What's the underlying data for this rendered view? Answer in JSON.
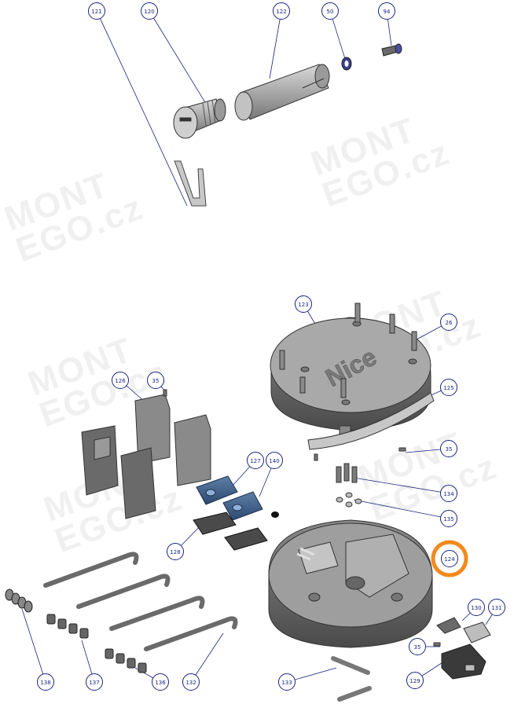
{
  "watermark": {
    "line1": "MONT",
    "line2": "EGO.cz"
  },
  "brand_logo": "Nice",
  "highlight_color": "#f28a1e",
  "leader_color": "#1a237e",
  "parts": [
    {
      "id": "121",
      "name": "callout-121"
    },
    {
      "id": "120",
      "name": "callout-120"
    },
    {
      "id": "122",
      "name": "callout-122"
    },
    {
      "id": "50",
      "name": "callout-50"
    },
    {
      "id": "94",
      "name": "callout-94"
    },
    {
      "id": "123",
      "name": "callout-123"
    },
    {
      "id": "26",
      "name": "callout-26"
    },
    {
      "id": "125",
      "name": "callout-125"
    },
    {
      "id": "126",
      "name": "callout-126"
    },
    {
      "id": "35",
      "name": "callout-35-top"
    },
    {
      "id": "35",
      "name": "callout-35-mid"
    },
    {
      "id": "127",
      "name": "callout-127"
    },
    {
      "id": "140",
      "name": "callout-140"
    },
    {
      "id": "134",
      "name": "callout-134"
    },
    {
      "id": "135",
      "name": "callout-135"
    },
    {
      "id": "128",
      "name": "callout-128"
    },
    {
      "id": "124",
      "name": "callout-124",
      "highlighted": true
    },
    {
      "id": "130",
      "name": "callout-130"
    },
    {
      "id": "131",
      "name": "callout-131"
    },
    {
      "id": "35",
      "name": "callout-35-bottom"
    },
    {
      "id": "129",
      "name": "callout-129"
    },
    {
      "id": "138",
      "name": "callout-138"
    },
    {
      "id": "137",
      "name": "callout-137"
    },
    {
      "id": "136",
      "name": "callout-136"
    },
    {
      "id": "132",
      "name": "callout-132"
    },
    {
      "id": "133",
      "name": "callout-133"
    }
  ]
}
